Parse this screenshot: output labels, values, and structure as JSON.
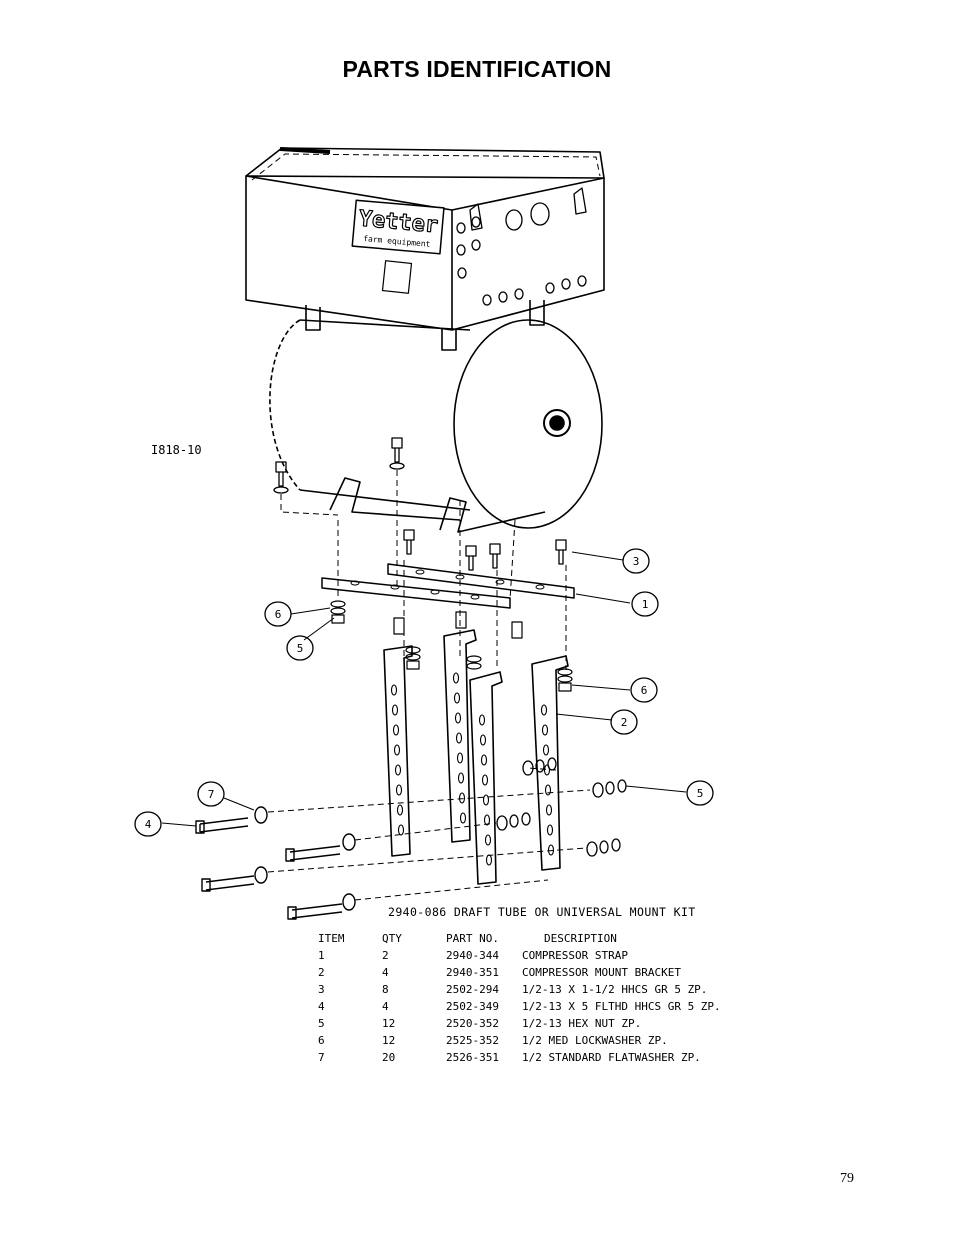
{
  "page": {
    "title": "PARTS IDENTIFICATION",
    "page_number": "79"
  },
  "drawing": {
    "figure_id": "I818-10",
    "brand_logo_text": "Yetter",
    "brand_logo_subtext": "farm equipment",
    "callouts": [
      "3",
      "1",
      "6",
      "5",
      "6",
      "2",
      "7",
      "4",
      "5"
    ]
  },
  "kit": {
    "title": "2940-086 DRAFT TUBE OR UNIVERSAL MOUNT KIT",
    "headers": [
      "ITEM",
      "QTY",
      "PART NO.",
      "DESCRIPTION"
    ],
    "rows": [
      {
        "item": "1",
        "qty": "2",
        "part": "2940-344",
        "desc": "COMPRESSOR STRAP"
      },
      {
        "item": "2",
        "qty": "4",
        "part": "2940-351",
        "desc": "COMPRESSOR MOUNT BRACKET"
      },
      {
        "item": "3",
        "qty": "8",
        "part": "2502-294",
        "desc": "1/2-13 X 1-1/2 HHCS GR 5 ZP."
      },
      {
        "item": "4",
        "qty": "4",
        "part": "2502-349",
        "desc": "1/2-13 X 5 FLTHD HHCS GR 5 ZP."
      },
      {
        "item": "5",
        "qty": "12",
        "part": "2520-352",
        "desc": "1/2-13 HEX NUT ZP."
      },
      {
        "item": "6",
        "qty": "12",
        "part": "2525-352",
        "desc": "1/2 MED LOCKWASHER ZP."
      },
      {
        "item": "7",
        "qty": "20",
        "part": "2526-351",
        "desc": "1/2 STANDARD FLATWASHER ZP."
      }
    ]
  }
}
